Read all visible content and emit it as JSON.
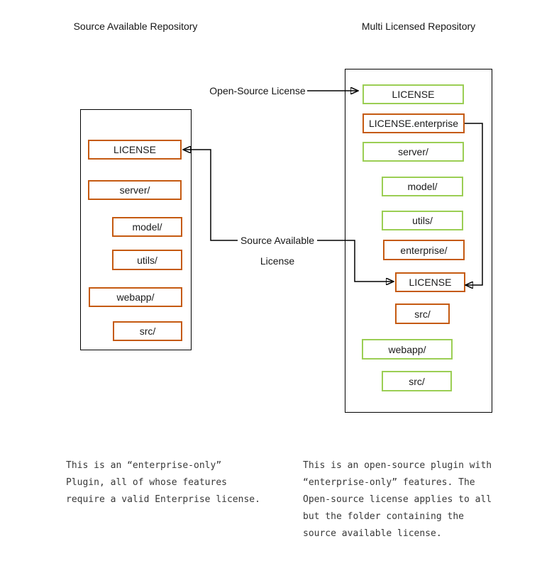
{
  "left_repo": {
    "title": "Source Available Repository",
    "items": [
      {
        "label": "LICENSE",
        "border": "orange"
      },
      {
        "label": "server/",
        "border": "orange"
      },
      {
        "label": "model/",
        "border": "orange"
      },
      {
        "label": "utils/",
        "border": "orange"
      },
      {
        "label": "webapp/",
        "border": "orange"
      },
      {
        "label": "src/",
        "border": "orange"
      }
    ],
    "note": "This is an “enterprise-only”\nPlugin, all of whose features\nrequire a valid Enterprise license."
  },
  "right_repo": {
    "title": "Multi Licensed Repository",
    "items": [
      {
        "label": "LICENSE",
        "border": "green"
      },
      {
        "label": "LICENSE.enterprise",
        "border": "orange"
      },
      {
        "label": "server/",
        "border": "green"
      },
      {
        "label": "model/",
        "border": "green"
      },
      {
        "label": "utils/",
        "border": "green"
      },
      {
        "label": "enterprise/",
        "border": "orange"
      },
      {
        "label": "LICENSE",
        "border": "orange"
      },
      {
        "label": "src/",
        "border": "orange"
      },
      {
        "label": "webapp/",
        "border": "green"
      },
      {
        "label": "src/",
        "border": "green"
      }
    ],
    "note": "This is an open-source plugin with\n“enterprise-only” features. The\nOpen-source license applies to all\nbut the folder containing the\nsource available license."
  },
  "labels": {
    "open_source": "Open-Source License",
    "source_available_line1": "Source Available",
    "source_available_line2": "License"
  },
  "colors": {
    "green": "#9bce54",
    "orange": "#c55a11",
    "line": "#000000"
  }
}
